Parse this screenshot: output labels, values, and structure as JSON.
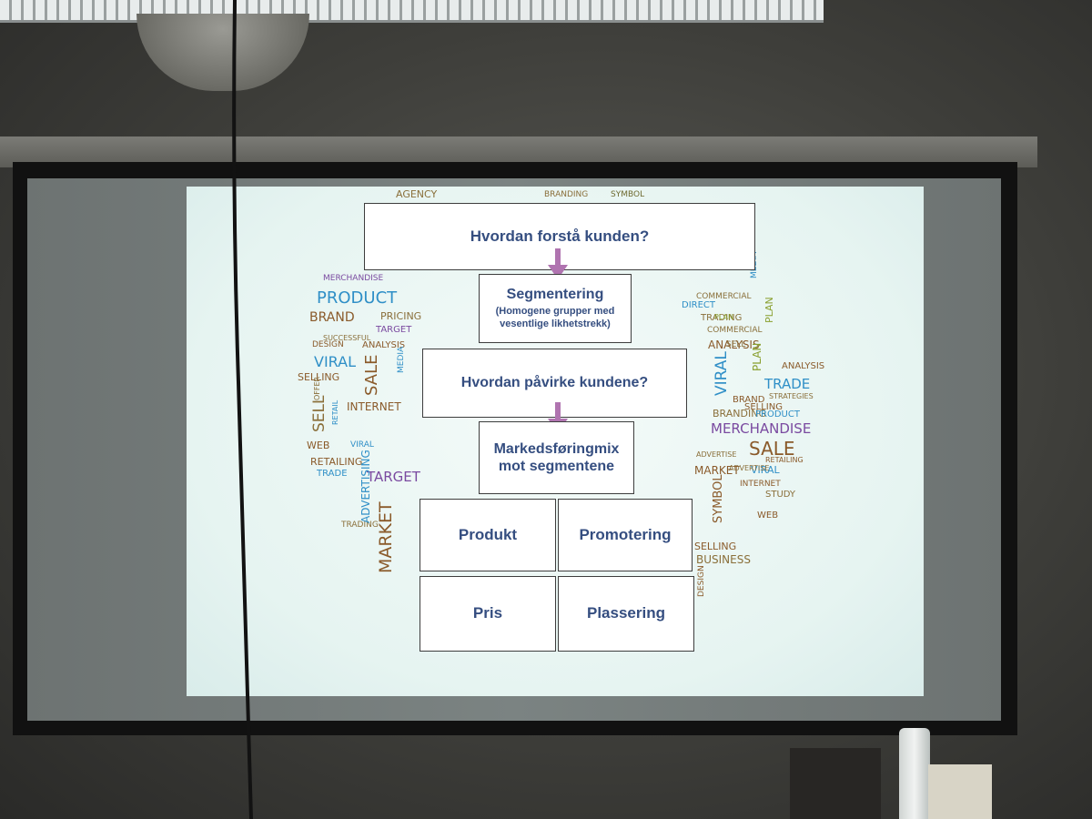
{
  "scene": {
    "description_tag": "projected-slide",
    "colors": {
      "slide_bg": "#e9f6f3",
      "box_text": "#354e80",
      "arrow": "#b074b0"
    }
  },
  "flowchart": {
    "question_1": "Hvordan forstå kunden?",
    "segmentation_title": "Segmentering",
    "segmentation_note": "(Homogene grupper med vesentlige likhetstrekk)",
    "question_2": "Hvordan påvirke kundene?",
    "mix_title": "Markedsføringmix mot segmentene",
    "p_product": "Produkt",
    "p_promotion": "Promotering",
    "p_price": "Pris",
    "p_place": "Plassering"
  },
  "word_cloud": [
    {
      "t": "AGENCY",
      "c": "#8a6f3a"
    },
    {
      "t": "BRANDING",
      "c": "#8a6f3a"
    },
    {
      "t": "SYMBOL",
      "c": "#6e6a30"
    },
    {
      "t": "PRODUCT",
      "c": "#2f8fc7"
    },
    {
      "t": "BRAND",
      "c": "#8a5a2a"
    },
    {
      "t": "MERCHANDISE",
      "c": "#7a4aa0"
    },
    {
      "t": "PRICING",
      "c": "#8a6f3a"
    },
    {
      "t": "TARGET",
      "c": "#7a4aa0"
    },
    {
      "t": "DESIGN",
      "c": "#8a5a2a"
    },
    {
      "t": "ANALYSIS",
      "c": "#8a5a2a"
    },
    {
      "t": "VIRAL",
      "c": "#2f8fc7"
    },
    {
      "t": "SELLING",
      "c": "#8a5a2a"
    },
    {
      "t": "SALE",
      "c": "#8a5a2a"
    },
    {
      "t": "SELL",
      "c": "#8a6f3a"
    },
    {
      "t": "INTERNET",
      "c": "#8a5a2a"
    },
    {
      "t": "WEB",
      "c": "#8a5a2a"
    },
    {
      "t": "RETAILING",
      "c": "#8a5a2a"
    },
    {
      "t": "TRADE",
      "c": "#2f8fc7"
    },
    {
      "t": "TARGET",
      "c": "#7a4aa0"
    },
    {
      "t": "MARKET",
      "c": "#8a5a2a"
    },
    {
      "t": "TRADING",
      "c": "#8a6f3a"
    },
    {
      "t": "ADVERTISING",
      "c": "#2f8fc7"
    },
    {
      "t": "SELLING",
      "c": "#8a5a2a"
    },
    {
      "t": "PLAN",
      "c": "#8aa030"
    },
    {
      "t": "ANALYSIS",
      "c": "#8a5a2a"
    },
    {
      "t": "COMMERCIAL",
      "c": "#8a6f3a"
    },
    {
      "t": "VIRAL",
      "c": "#2f8fc7"
    },
    {
      "t": "TRADE",
      "c": "#2f8fc7"
    },
    {
      "t": "BRAND",
      "c": "#8a5a2a"
    },
    {
      "t": "BRANDING",
      "c": "#8a6f3a"
    },
    {
      "t": "PRODUCT",
      "c": "#2f8fc7"
    },
    {
      "t": "MERCHANDISE",
      "c": "#7a4aa0"
    },
    {
      "t": "SALE",
      "c": "#8a5a2a"
    },
    {
      "t": "MARKET",
      "c": "#8a5a2a"
    },
    {
      "t": "VIRAL",
      "c": "#2f8fc7"
    },
    {
      "t": "INTERNET",
      "c": "#8a5a2a"
    },
    {
      "t": "STUDY",
      "c": "#8a6f3a"
    },
    {
      "t": "SYMBOL",
      "c": "#8a5a2a"
    },
    {
      "t": "SELLING",
      "c": "#8a5a2a"
    },
    {
      "t": "BUSINESS",
      "c": "#8a6f3a"
    },
    {
      "t": "DESIGN",
      "c": "#8a5a2a"
    },
    {
      "t": "WEB",
      "c": "#8a5a2a"
    },
    {
      "t": "DIRECT",
      "c": "#2f8fc7"
    },
    {
      "t": "TRADING",
      "c": "#8a6f3a"
    },
    {
      "t": "SELL",
      "c": "#8a6f3a"
    },
    {
      "t": "STRATEGIES",
      "c": "#8a6f3a"
    },
    {
      "t": "OFFER",
      "c": "#8a6f3a"
    },
    {
      "t": "RETAIL",
      "c": "#2f8fc7"
    },
    {
      "t": "MEDIA",
      "c": "#2f8fc7"
    },
    {
      "t": "PLAN",
      "c": "#8aa030"
    },
    {
      "t": "VIRAL",
      "c": "#2f8fc7"
    },
    {
      "t": "ADVERTISE",
      "c": "#8a6f3a"
    },
    {
      "t": "SUCCESSFUL",
      "c": "#8a6f3a"
    },
    {
      "t": "COMMERCIAL",
      "c": "#8a6f3a"
    },
    {
      "t": "MEDIA",
      "c": "#2f8fc7"
    },
    {
      "t": "ANALYSIS",
      "c": "#8a5a2a"
    },
    {
      "t": "PLAN",
      "c": "#8aa030"
    },
    {
      "t": "RETAILING",
      "c": "#8a5a2a"
    },
    {
      "t": "ADVERTISE",
      "c": "#8a6f3a"
    }
  ]
}
